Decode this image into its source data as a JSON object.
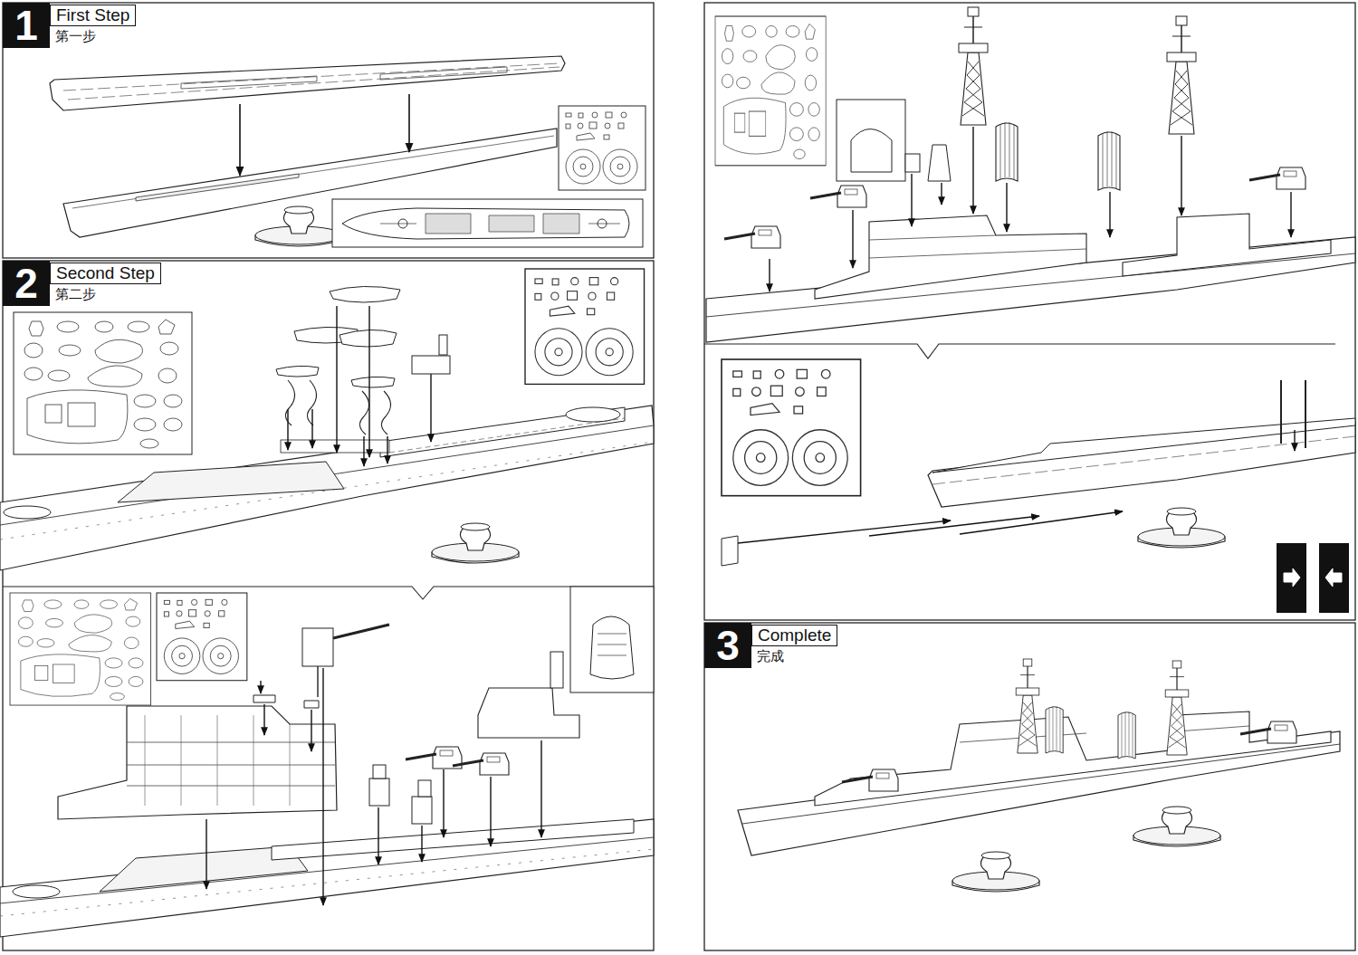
{
  "diagram": {
    "nodes": [
      {
        "text": [
          "1"
        ]
      },
      {
        "text": [
          "First Step",
          "第一步"
        ]
      },
      {
        "text": [
          "2"
        ]
      },
      {
        "text": [
          "Second Step",
          "第二步"
        ]
      },
      {
        "text": [
          "3"
        ]
      },
      {
        "text": [
          "Complete",
          "完成"
        ]
      }
    ]
  }
}
